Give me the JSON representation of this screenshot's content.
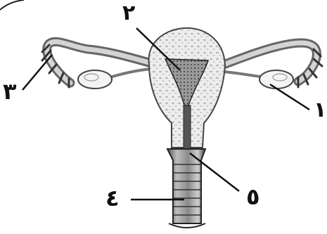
{
  "labels": {
    "ovary": "١",
    "uterus": "٢",
    "fallopian_tube": "٣",
    "vagina": "٤",
    "cervix": "٥"
  }
}
